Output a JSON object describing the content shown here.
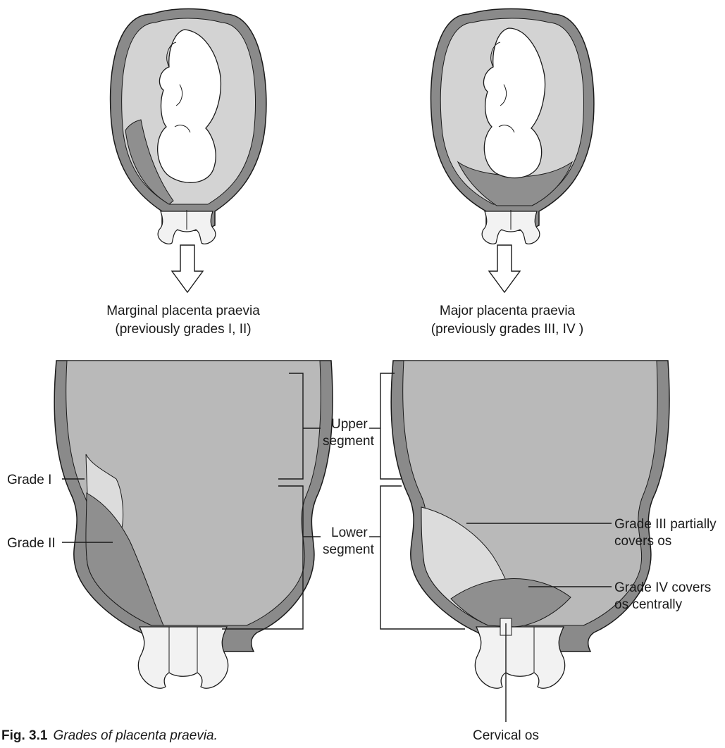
{
  "top": {
    "left_caption": [
      "Marginal placenta praevia",
      "(previously grades I, II)"
    ],
    "right_caption": [
      "Major placenta praevia",
      "(previously grades III, IV )"
    ]
  },
  "labels": {
    "grade_1": "Grade I",
    "grade_2": "Grade II",
    "upper_segment": [
      "Upper",
      "segment"
    ],
    "lower_segment": [
      "Lower",
      "segment"
    ],
    "grade_3": [
      "Grade III partially",
      "covers os"
    ],
    "grade_4": [
      "Grade IV covers",
      "os centrally"
    ],
    "cervical_os": "Cervical os"
  },
  "caption": {
    "number": "Fig. 3.1",
    "text": "Grades of placenta praevia."
  },
  "colors": {
    "wall": "#8a8a8a",
    "cavity": "#b9b9b9",
    "placenta_light": "#dcdcdc",
    "placenta_dark": "#8f8f8f",
    "fetus": "#ffffff",
    "cervix": "#f2f2f2"
  }
}
